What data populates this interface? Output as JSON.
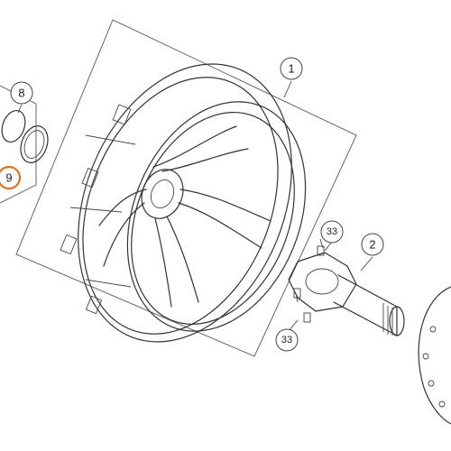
{
  "callouts": [
    {
      "id": "1",
      "label": "1",
      "highlighted": false
    },
    {
      "id": "2",
      "label": "2",
      "highlighted": false
    },
    {
      "id": "8",
      "label": "8",
      "highlighted": false
    },
    {
      "id": "9",
      "label": "9",
      "highlighted": true
    },
    {
      "id": "33a",
      "label": "33",
      "highlighted": false
    },
    {
      "id": "33b",
      "label": "33",
      "highlighted": false
    }
  ],
  "colors": {
    "line": "#333333",
    "highlight": "#e07020",
    "background": "#ffffff"
  }
}
